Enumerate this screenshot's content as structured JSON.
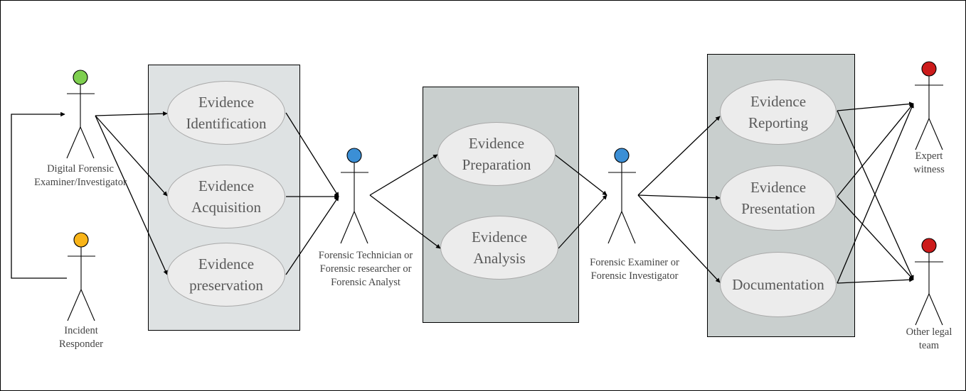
{
  "colors": {
    "actor_green": "#7ecf4f",
    "actor_orange": "#f9b418",
    "actor_blue": "#3b8fd6",
    "actor_red": "#cc1b1b",
    "box_light": "#dee2e3",
    "box_dark": "#c9cfce",
    "ellipse_fill": "#ececec"
  },
  "use_cases": {
    "identification": "Evidence\nIdentification",
    "acquisition": "Evidence\nAcquisition",
    "preservation": "Evidence\npreservation",
    "preparation": "Evidence\nPreparation",
    "analysis": "Evidence\nAnalysis",
    "reporting": "Evidence\nReporting",
    "presentation": "Evidence\nPresentation",
    "documentation": "Documentation"
  },
  "actors": {
    "digital_examiner": "Digital Forensic\nExaminer/Investigator",
    "incident_responder": "Incident\nResponder",
    "technician": "Forensic Technician or\nForensic researcher or\nForensic Analyst",
    "examiner": "Forensic Examiner or\nForensic Investigator",
    "expert_witness": "Expert\nwitness",
    "legal_team": "Other legal\nteam"
  }
}
